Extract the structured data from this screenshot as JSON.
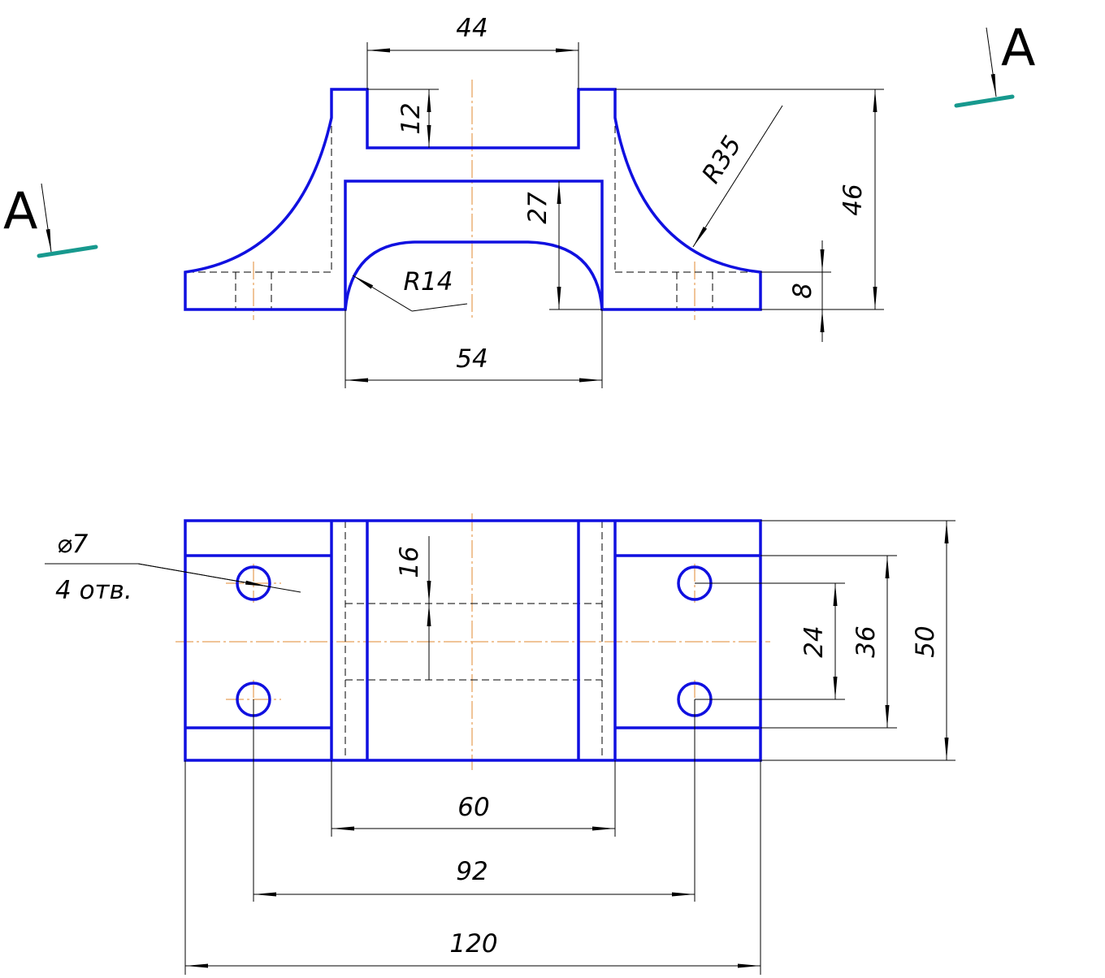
{
  "section_marker": {
    "letter": "A"
  },
  "dimensions": {
    "top_slot_width": "44",
    "slot_depth": "12",
    "inner_height": "27",
    "total_height": "46",
    "flange_radius": "R35",
    "arch_radius": "R14",
    "base_thickness": "8",
    "inner_width": "54",
    "slot_width_plan": "16",
    "hole_spacing_inner": "24",
    "hole_spacing_outer": "36",
    "overall_depth": "50",
    "middle_width": "60",
    "hole_centers": "92",
    "overall_width": "120"
  },
  "hole_note": {
    "diameter": "⌀7",
    "count": "4 отв."
  },
  "colors": {
    "object_line": "#1010e0",
    "center_line": "#e08a30",
    "cutting_plane": "#17998e",
    "dimension_line": "#000000"
  }
}
